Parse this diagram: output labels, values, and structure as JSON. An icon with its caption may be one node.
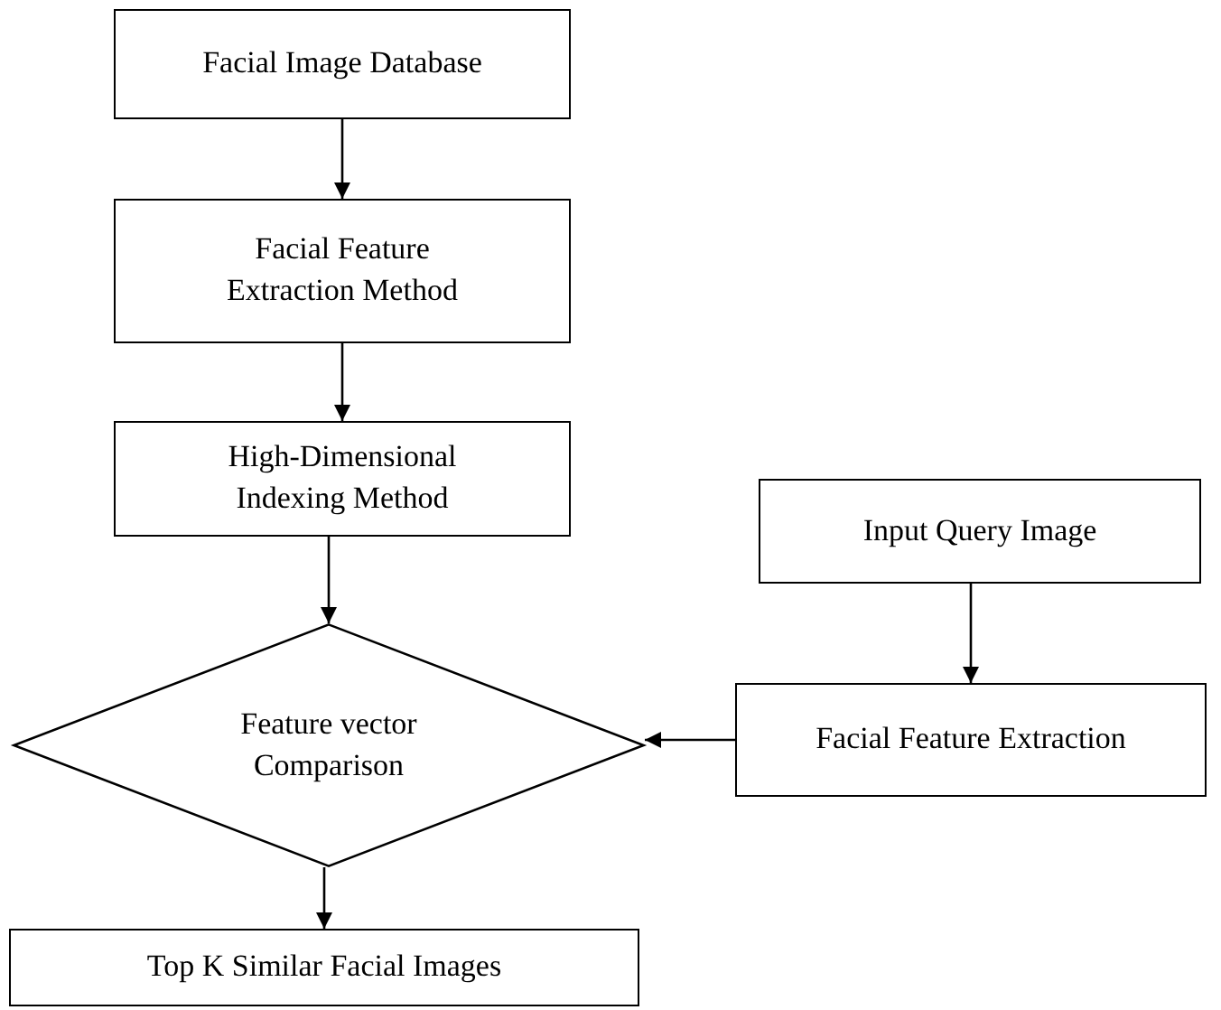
{
  "diagram": {
    "nodes": [
      {
        "text": [
          "Facial Image Database"
        ]
      },
      {
        "text": [
          "Facial Feature Extraction Method"
        ]
      },
      {
        "text": [
          "High-Dimensional Indexing Method"
        ]
      },
      {
        "text": [
          "Feature vector Comparison"
        ]
      },
      {
        "text": [
          "Input Query Image"
        ]
      },
      {
        "text": [
          "Facial Feature Extraction"
        ]
      },
      {
        "text": [
          "Top K Similar Facial Images"
        ]
      }
    ],
    "edges": [
      {
        "from": 0,
        "to": 1,
        "arrow": "to"
      },
      {
        "from": 1,
        "to": 2,
        "arrow": "to"
      },
      {
        "from": 2,
        "to": 3,
        "arrow": "to"
      },
      {
        "from": 4,
        "to": 5,
        "arrow": "to"
      },
      {
        "from": 5,
        "to": 3,
        "arrow": "to"
      },
      {
        "from": 3,
        "to": 6,
        "arrow": "to"
      }
    ]
  }
}
